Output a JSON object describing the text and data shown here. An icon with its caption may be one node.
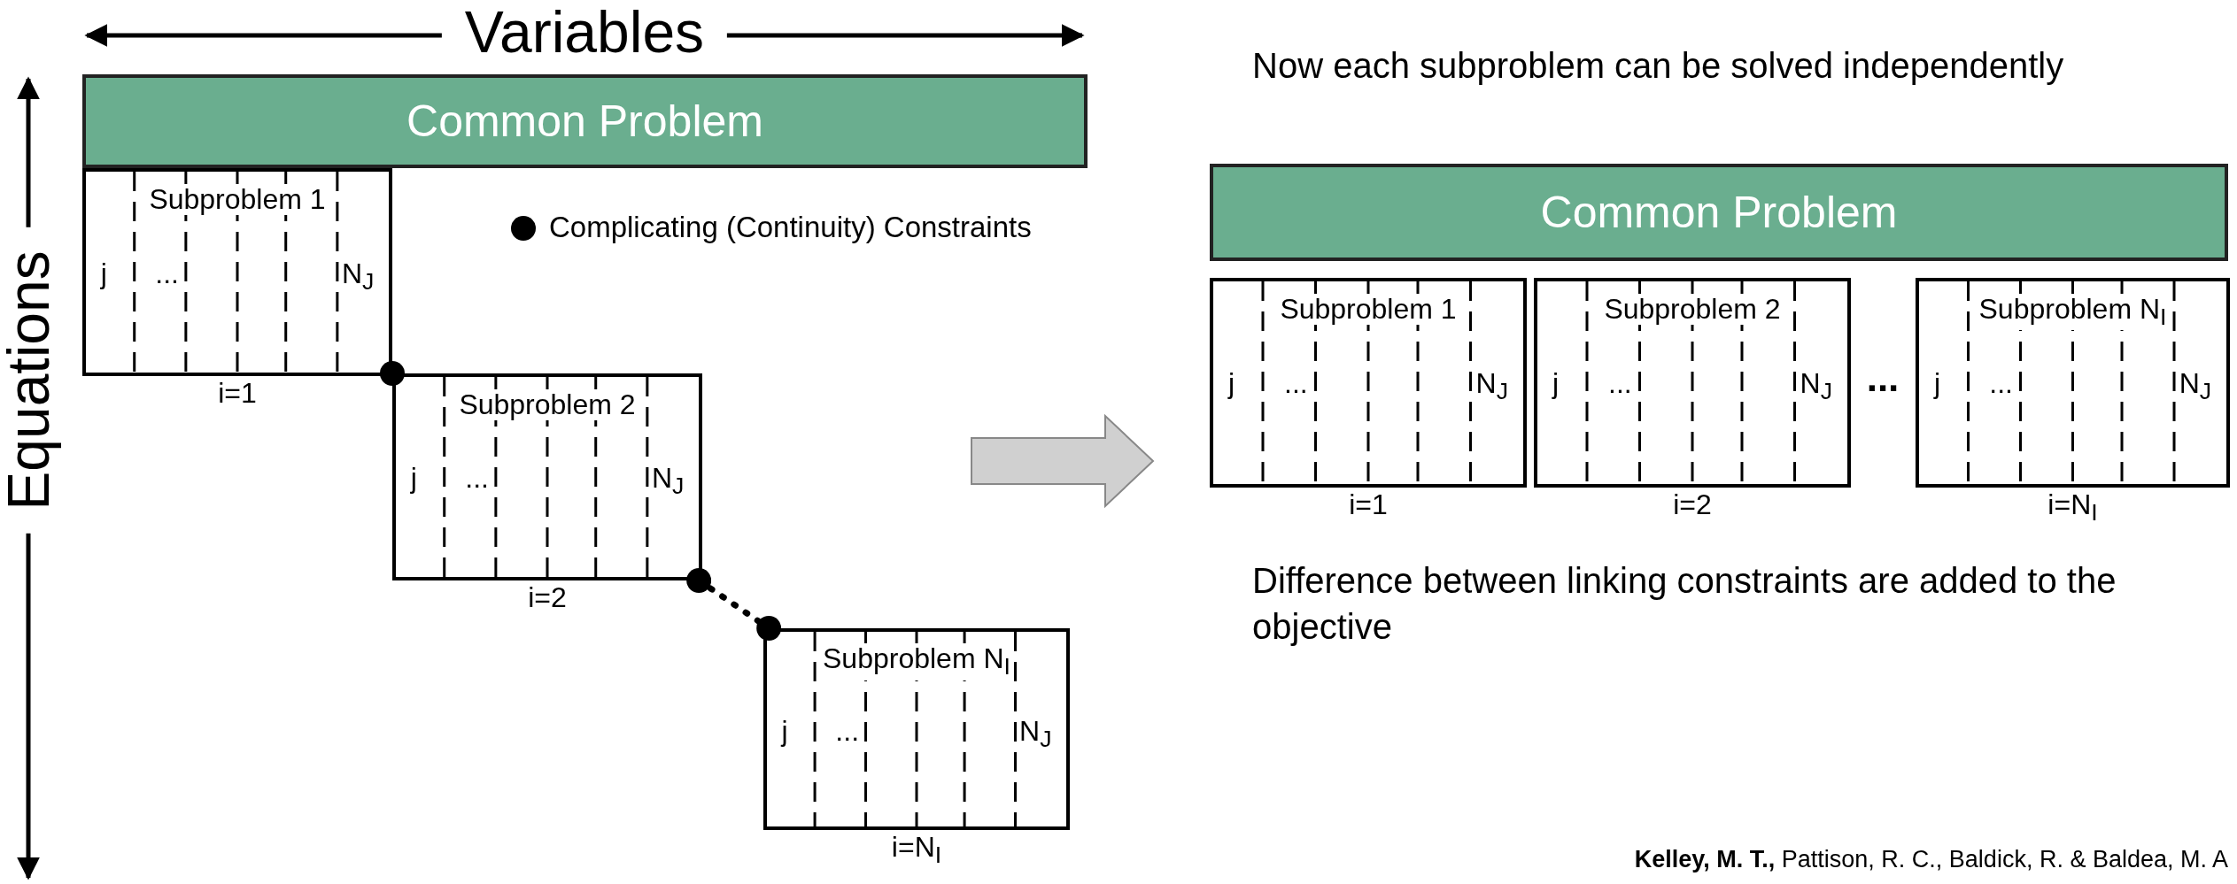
{
  "diagram": {
    "nodes": [
      {
        "text": [
          "Common Problem"
        ]
      },
      {
        "text": [
          "Subproblem 1",
          "j",
          "...",
          "N$_{J}$"
        ],
        "beside": [
          "i=1"
        ]
      },
      {
        "text": [
          "Subproblem 2",
          "j",
          "...",
          "N$_{J}$"
        ],
        "beside": [
          "i=2"
        ]
      },
      {
        "text": [
          "Subproblem N$_{I}$",
          "j",
          "...",
          "N$_{J}$"
        ],
        "beside": [
          "i=N$_{I}$"
        ]
      },
      {
        "text": [
          "Common Problem"
        ]
      },
      {
        "text": [
          "Subproblem 1",
          "j",
          "...",
          "N$_{J}$"
        ],
        "beside": [
          "i=1"
        ]
      },
      {
        "text": [
          "Subproblem 2",
          "j",
          "...",
          "N$_{J}$"
        ],
        "beside": [
          "i=2"
        ]
      },
      {
        "text": [
          "Subproblem N$_{I}$",
          "j",
          "...",
          "N$_{J}$"
        ],
        "beside": [
          "i=N$_{I}$"
        ]
      }
    ],
    "edges": [
      {
        "from": 2,
        "to": 3,
        "arrow": "other",
        "style": "dashed"
      }
    ],
    "labels": [
      "Variables",
      "Equations",
      "Now each subproblem can be solved independently",
      "...",
      "Difference between linking constraints are added to the objective",
      "**Kelley, M. T.,** Pattison, R. C., Baldick, R. & Baldea, M. A"
    ],
    "legend": [
      {
        "text": "Complicating (Continuity) Constraints"
      }
    ]
  }
}
